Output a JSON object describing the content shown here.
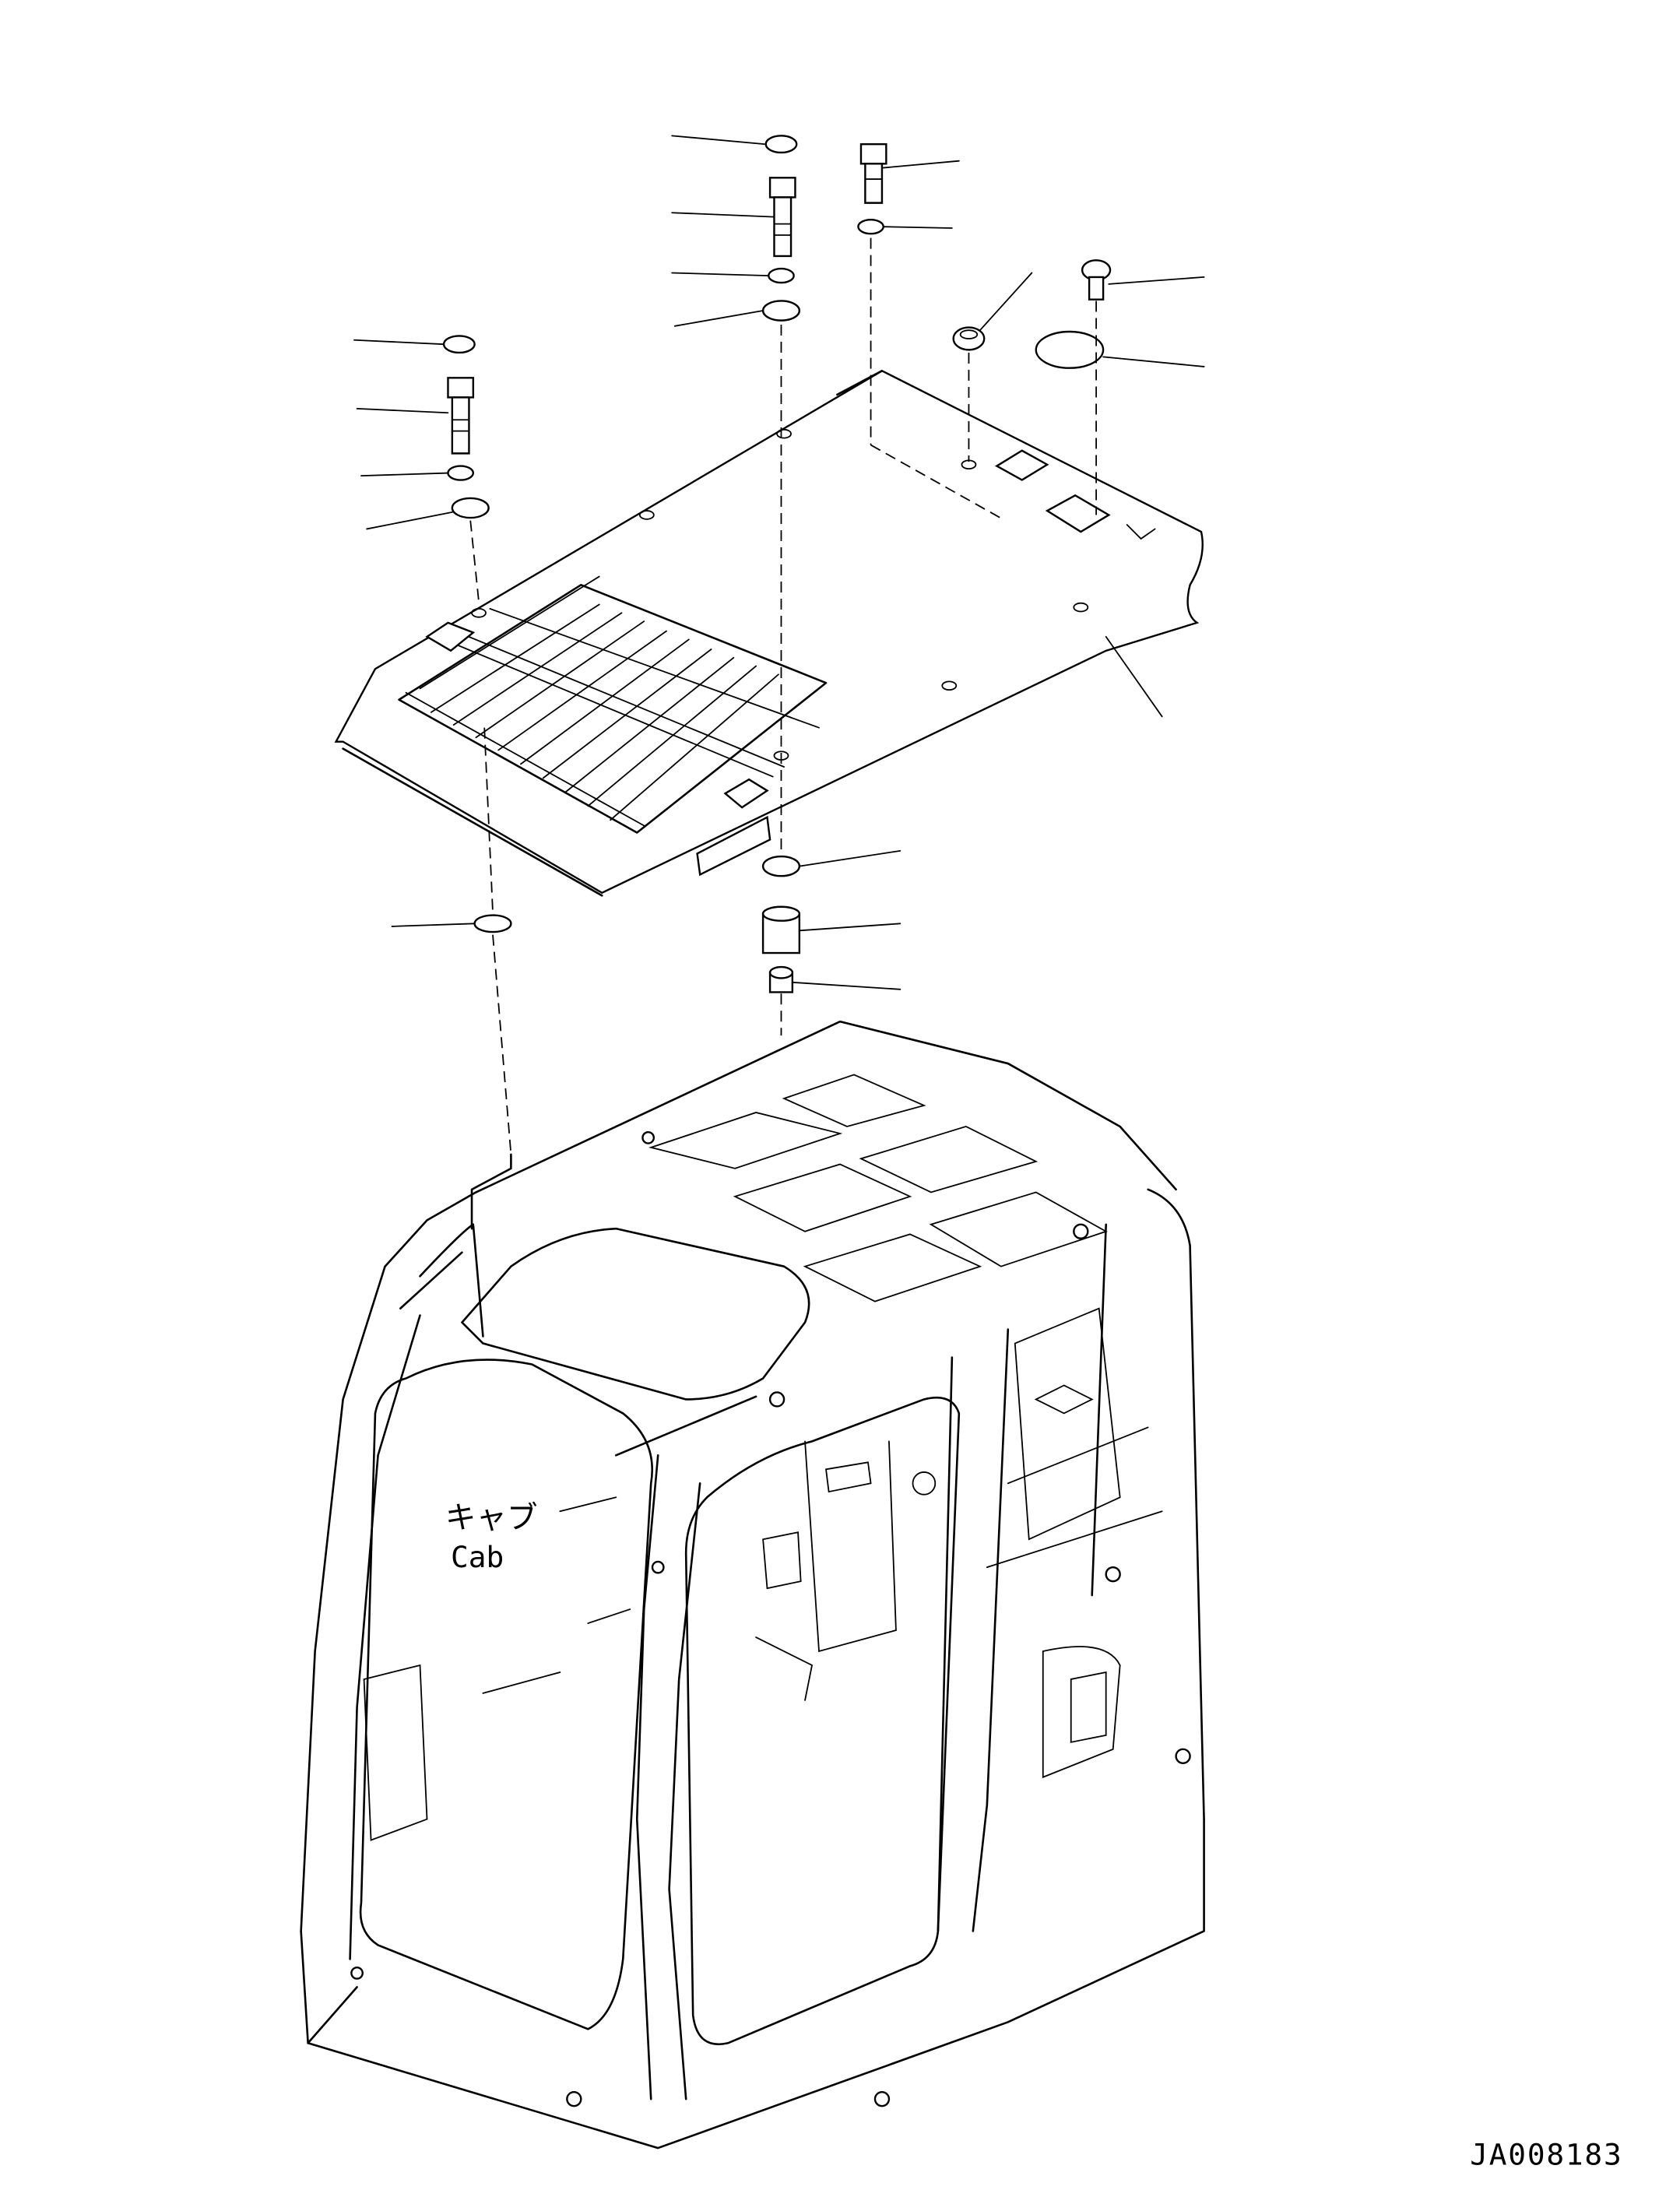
{
  "labels": {
    "cab_ja": "キャブ",
    "cab_en": "Cab",
    "drawing_number": "JA008183"
  }
}
